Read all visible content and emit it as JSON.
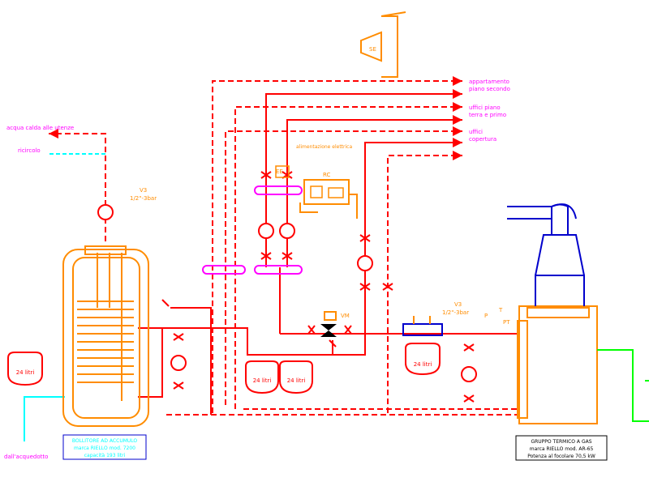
{
  "labels": {
    "acqua_calda": "acqua calda alle utenze",
    "ricircolo": "ricircolo",
    "acquedotto": "dall'acquedotto",
    "v3_left": "V3",
    "v3_left_sub": "1/2\"-3bar",
    "v3_right": "V3",
    "v3_right_sub": "1/2\"-3bar",
    "alimentazione": "alimentazione elettrica",
    "rc": "RC",
    "vm": "VM",
    "ee": "EE",
    "se": "SE",
    "p": "P",
    "t": "T",
    "pt": "PT",
    "vessel_left": "24 litri",
    "vessel_mid_1": "24 litri",
    "vessel_mid_2": "24 litri",
    "vessel_right": "24 litri"
  },
  "circuits": [
    {
      "name": "appartamento piano secondo",
      "line1": "appartamento",
      "line2": "piano secondo"
    },
    {
      "name": "uffici piano terra e primo",
      "line1": "uffici piano",
      "line2": "terra e primo"
    },
    {
      "name": "uffici copertura",
      "line1": "uffici",
      "line2": "copertura"
    }
  ],
  "boiler_caption": {
    "line1": "BOLLITORE AD ACCUMULO",
    "line2": "marca RIELLO mod. 7200",
    "line3": "capacità 193 litri"
  },
  "heater_caption": {
    "line1": "GRUPPO TERMICO A GAS",
    "line2": "marca RIELLO mod. AR-65",
    "line3": "Potenza al focolare 70,5 kW"
  },
  "colors": {
    "supply": "#ff0000",
    "return": "#ff0000",
    "equipment": "#ff8c00",
    "cold_water": "#00ffff",
    "gas": "#00ff00",
    "flue": "#0000cc",
    "collector": "#ff00ff",
    "caption_text": "#0000ff"
  }
}
